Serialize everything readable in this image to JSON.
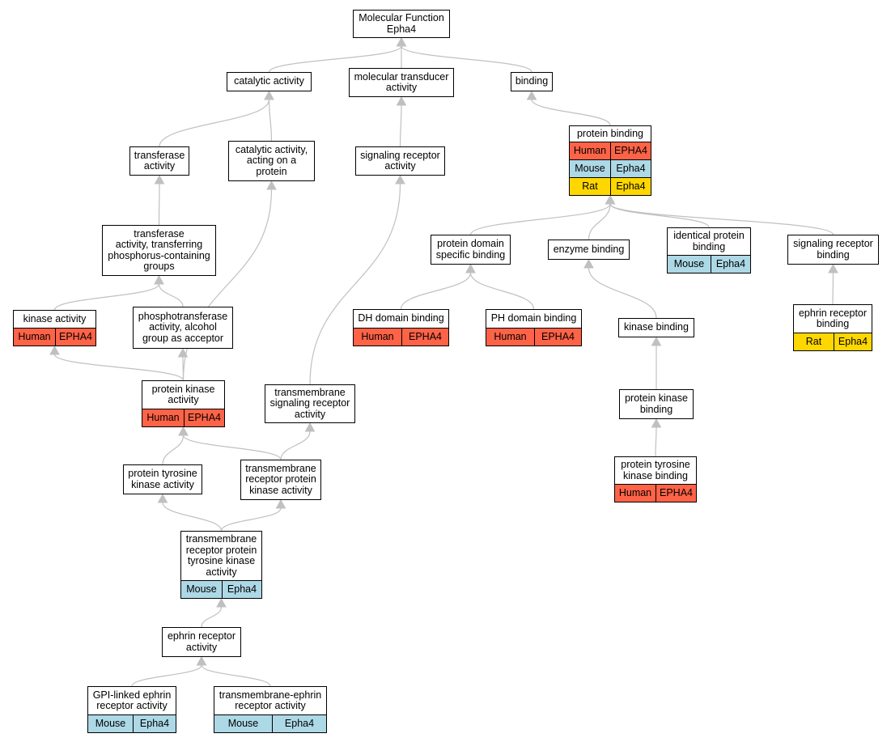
{
  "colors": {
    "edge": "#c0c0c0",
    "node_border": "#000000",
    "node_fill": "#ffffff",
    "Human": "#ff6347",
    "Mouse": "#add8e6",
    "Rat": "#ffd700"
  },
  "nodes": {
    "root": {
      "label": "Molecular Function\nEpha4",
      "rows": []
    },
    "catalytic": {
      "label": "catalytic activity",
      "rows": []
    },
    "transducer": {
      "label": "molecular transducer\nactivity",
      "rows": []
    },
    "binding": {
      "label": "binding",
      "rows": []
    },
    "transferase": {
      "label": "transferase\nactivity",
      "rows": []
    },
    "cat_protein": {
      "label": "catalytic activity,\nacting on a\nprotein",
      "rows": []
    },
    "sig_rec_act": {
      "label": "signaling receptor\nactivity",
      "rows": []
    },
    "protein_binding": {
      "label": "protein binding",
      "rows": [
        {
          "species": "Human",
          "gene": "EPHA4"
        },
        {
          "species": "Mouse",
          "gene": "Epha4"
        },
        {
          "species": "Rat",
          "gene": "Epha4"
        }
      ]
    },
    "transf_phos": {
      "label": "transferase\nactivity, transferring\nphosphorus-containing\ngroups",
      "rows": []
    },
    "prot_domain": {
      "label": "protein domain\nspecific binding",
      "rows": []
    },
    "enzyme_binding": {
      "label": "enzyme binding",
      "rows": []
    },
    "identical": {
      "label": "identical protein\nbinding",
      "rows": [
        {
          "species": "Mouse",
          "gene": "Epha4"
        }
      ]
    },
    "sig_rec_binding": {
      "label": "signaling receptor\nbinding",
      "rows": []
    },
    "kinase_activity": {
      "label": "kinase activity",
      "rows": [
        {
          "species": "Human",
          "gene": "EPHA4"
        }
      ]
    },
    "phosphotransferase": {
      "label": "phosphotransferase\nactivity, alcohol\ngroup as acceptor",
      "rows": []
    },
    "dh_domain": {
      "label": "DH domain binding",
      "rows": [
        {
          "species": "Human",
          "gene": "EPHA4"
        }
      ]
    },
    "ph_domain": {
      "label": "PH domain binding",
      "rows": [
        {
          "species": "Human",
          "gene": "EPHA4"
        }
      ]
    },
    "kinase_binding": {
      "label": "kinase binding",
      "rows": []
    },
    "ephrin_rec_binding": {
      "label": "ephrin receptor\nbinding",
      "rows": [
        {
          "species": "Rat",
          "gene": "Epha4"
        }
      ]
    },
    "protein_kinase": {
      "label": "protein kinase\nactivity",
      "rows": [
        {
          "species": "Human",
          "gene": "EPHA4"
        }
      ]
    },
    "tm_sig_rec": {
      "label": "transmembrane\nsignaling receptor\nactivity",
      "rows": []
    },
    "prot_kinase_binding": {
      "label": "protein kinase\nbinding",
      "rows": []
    },
    "prot_tyr_kinase": {
      "label": "protein tyrosine\nkinase activity",
      "rows": []
    },
    "tm_rec_prot_kinase": {
      "label": "transmembrane\nreceptor protein\nkinase activity",
      "rows": []
    },
    "prot_tyr_kinase_binding": {
      "label": "protein tyrosine\nkinase binding",
      "rows": [
        {
          "species": "Human",
          "gene": "EPHA4"
        }
      ]
    },
    "tm_rec_tyr_kinase": {
      "label": "transmembrane\nreceptor protein\ntyrosine kinase\nactivity",
      "rows": [
        {
          "species": "Mouse",
          "gene": "Epha4"
        }
      ]
    },
    "ephrin_rec_act": {
      "label": "ephrin receptor\nactivity",
      "rows": []
    },
    "gpi_ephrin": {
      "label": "GPI-linked ephrin\nreceptor activity",
      "rows": [
        {
          "species": "Mouse",
          "gene": "Epha4"
        }
      ]
    },
    "tm_ephrin": {
      "label": "transmembrane-ephrin\nreceptor activity",
      "rows": [
        {
          "species": "Mouse",
          "gene": "Epha4"
        }
      ]
    }
  },
  "edges": [
    [
      "catalytic",
      "root"
    ],
    [
      "transducer",
      "root"
    ],
    [
      "binding",
      "root"
    ],
    [
      "transferase",
      "catalytic"
    ],
    [
      "cat_protein",
      "catalytic"
    ],
    [
      "sig_rec_act",
      "transducer"
    ],
    [
      "protein_binding",
      "binding"
    ],
    [
      "transf_phos",
      "transferase"
    ],
    [
      "prot_domain",
      "protein_binding"
    ],
    [
      "enzyme_binding",
      "protein_binding"
    ],
    [
      "identical",
      "protein_binding"
    ],
    [
      "sig_rec_binding",
      "protein_binding"
    ],
    [
      "kinase_activity",
      "transf_phos"
    ],
    [
      "phosphotransferase",
      "transf_phos"
    ],
    [
      "dh_domain",
      "prot_domain"
    ],
    [
      "ph_domain",
      "prot_domain"
    ],
    [
      "kinase_binding",
      "enzyme_binding"
    ],
    [
      "ephrin_rec_binding",
      "sig_rec_binding"
    ],
    [
      "protein_kinase",
      "kinase_activity"
    ],
    [
      "protein_kinase",
      "phosphotransferase"
    ],
    [
      "protein_kinase",
      "cat_protein"
    ],
    [
      "tm_sig_rec",
      "sig_rec_act"
    ],
    [
      "prot_kinase_binding",
      "kinase_binding"
    ],
    [
      "prot_tyr_kinase",
      "protein_kinase"
    ],
    [
      "tm_rec_prot_kinase",
      "protein_kinase"
    ],
    [
      "tm_rec_prot_kinase",
      "tm_sig_rec"
    ],
    [
      "prot_tyr_kinase_binding",
      "prot_kinase_binding"
    ],
    [
      "tm_rec_tyr_kinase",
      "prot_tyr_kinase"
    ],
    [
      "tm_rec_tyr_kinase",
      "tm_rec_prot_kinase"
    ],
    [
      "ephrin_rec_act",
      "tm_rec_tyr_kinase"
    ],
    [
      "gpi_ephrin",
      "ephrin_rec_act"
    ],
    [
      "tm_ephrin",
      "ephrin_rec_act"
    ]
  ]
}
